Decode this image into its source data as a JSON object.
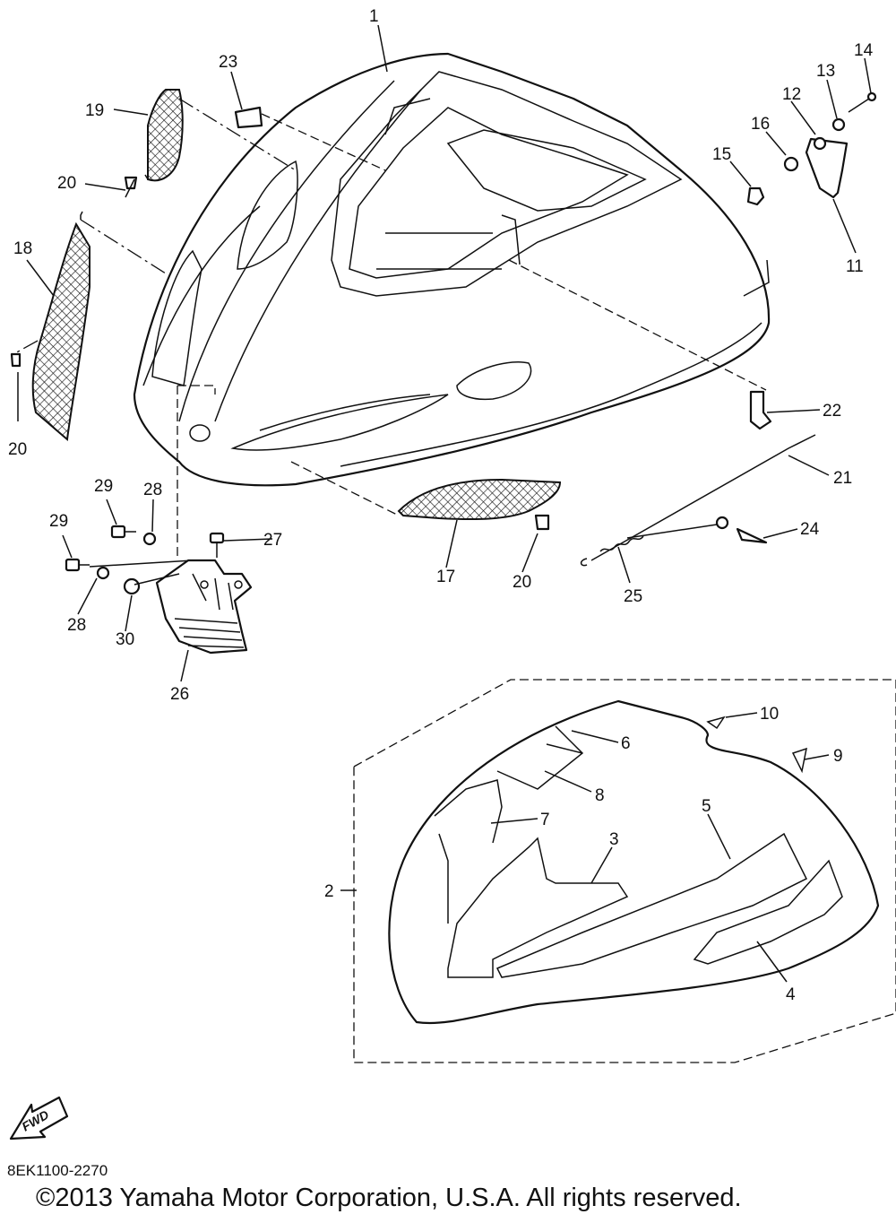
{
  "diagram": {
    "callouts": [
      "1",
      "2",
      "3",
      "4",
      "5",
      "6",
      "7",
      "8",
      "9",
      "10",
      "11",
      "12",
      "13",
      "14",
      "15",
      "16",
      "17",
      "18",
      "19",
      "20",
      "20",
      "20",
      "21",
      "22",
      "23",
      "24",
      "25",
      "26",
      "27",
      "28",
      "28",
      "29",
      "29",
      "30"
    ],
    "fwd_label": "FWD"
  },
  "footer": {
    "doc_code": "8EK1100-2270",
    "copyright": "©2013 Yamaha Motor Corporation, U.S.A. All rights reserved."
  }
}
